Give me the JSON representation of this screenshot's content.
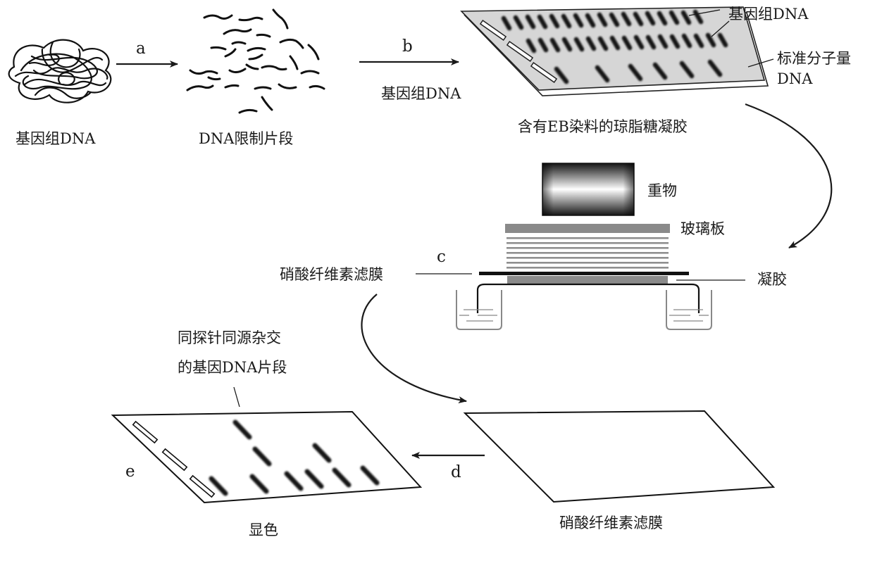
{
  "labels": {
    "genomic_dna": "基因组DNA",
    "restriction_fragments": "DNA限制片段",
    "genomic_dna_arrow": "基因组DNA",
    "gel_top_genomic": "基因组DNA",
    "standard_mw_line1": "标准分子量",
    "standard_mw_line2": "DNA",
    "eb_gel": "含有EB染料的琼脂糖凝胶",
    "weight": "重物",
    "glass_plate": "玻璃板",
    "nitrocellulose_left": "硝酸纤维素滤膜",
    "gel_right": "凝胶",
    "hybrid_line1": "同探针同源杂交",
    "hybrid_line2": "的基因DNA片段",
    "nitrocellulose_bottom": "硝酸纤维素滤膜",
    "color_dev": "显色"
  },
  "steps": {
    "a": "a",
    "b": "b",
    "c": "c",
    "d": "d",
    "e": "e"
  }
}
